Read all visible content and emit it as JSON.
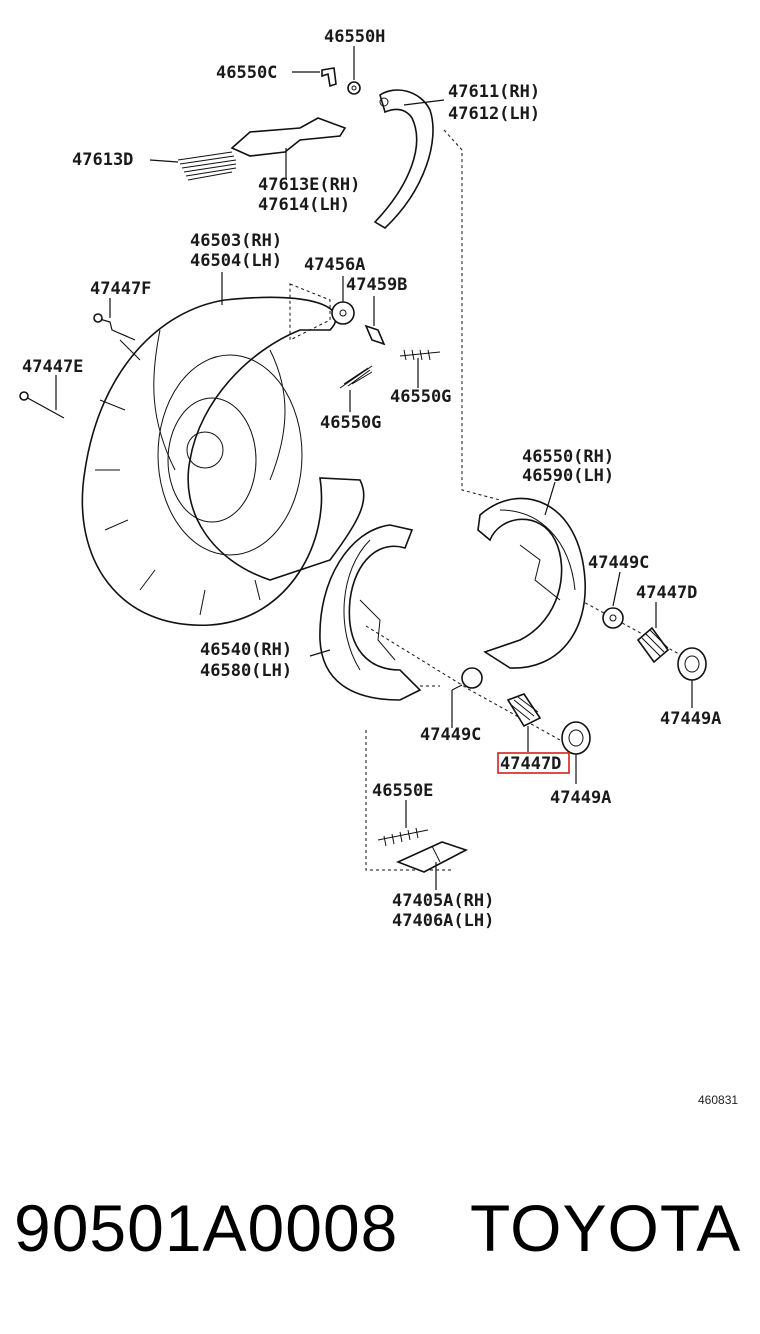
{
  "diagram": {
    "ref_code": "460831",
    "highlight": "#d42020",
    "labels": {
      "l46550H": "46550H",
      "l46550C": "46550C",
      "l47611": "47611(RH)",
      "l47612": "47612(LH)",
      "l47613D": "47613D",
      "l47613E": "47613E(RH)",
      "l47614": "47614(LH)",
      "l46503": "46503(RH)",
      "l46504": "46504(LH)",
      "l47456A": "47456A",
      "l47459B": "47459B",
      "l47447F": "47447F",
      "l47447E": "47447E",
      "l46550G1": "46550G",
      "l46550G2": "46550G",
      "l46550": "46550(RH)",
      "l46590": "46590(LH)",
      "l47449C1": "47449C",
      "l47447D1": "47447D",
      "l46540": "46540(RH)",
      "l46580": "46580(LH)",
      "l47449A1": "47449A",
      "l47449C2": "47449C",
      "l47447D2": "47447D",
      "l47449A2": "47449A",
      "l46550E": "46550E",
      "l47405A": "47405A(RH)",
      "l47406A": "47406A(LH)"
    }
  },
  "footer": {
    "part_number": "90501A0008",
    "brand": "TOYOTA"
  }
}
